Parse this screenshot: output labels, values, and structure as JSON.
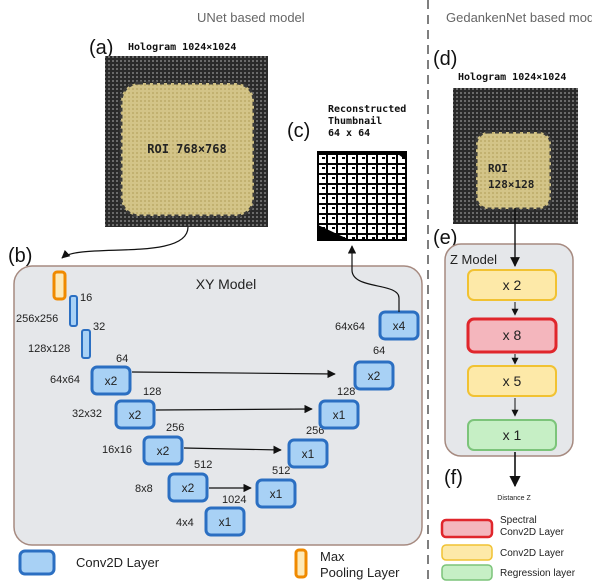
{
  "headers": {
    "left": "UNet based model",
    "right": "GedankenNet based mode"
  },
  "panels": {
    "a": "(a)",
    "b": "(b)",
    "c": "(c)",
    "d": "(d)",
    "e": "(e)",
    "f": "(f)"
  },
  "hologram_left": {
    "title": "Hologram 1024×1024",
    "roi": "ROI 768×768"
  },
  "thumbnail": {
    "line1": "Reconstructed",
    "line2": "Thumbnail",
    "line3": "64 x 64"
  },
  "xy_model": {
    "title": "XY Model",
    "pool_labels": [
      {
        "size": "256x256",
        "channels": "16"
      },
      {
        "size": "128x128",
        "channels": "32"
      }
    ],
    "encoder": [
      {
        "size": "64x64",
        "channels": "64",
        "mult": "x2"
      },
      {
        "size": "32x32",
        "channels": "128",
        "mult": "x2"
      },
      {
        "size": "16x16",
        "channels": "256",
        "mult": "x2"
      },
      {
        "size": "8x8",
        "channels": "512",
        "mult": "x2"
      }
    ],
    "bottleneck": {
      "size": "4x4",
      "channels": "1024",
      "mult": "x1"
    },
    "decoder": [
      {
        "channels": "512",
        "mult": "x1"
      },
      {
        "channels": "256",
        "mult": "x1"
      },
      {
        "channels": "128",
        "mult": "x1"
      },
      {
        "channels": "64",
        "mult": "x2"
      }
    ],
    "output": {
      "size": "64x64",
      "mult": "x4"
    }
  },
  "hologram_right": {
    "title": "Hologram 1024×1024",
    "roi_line1": "ROI",
    "roi_line2": "128×128"
  },
  "z_model": {
    "title": "Z Model",
    "blocks": [
      {
        "label": "x 2",
        "kind": "conv"
      },
      {
        "label": "x 8",
        "kind": "spectral"
      },
      {
        "label": "x 5",
        "kind": "conv"
      },
      {
        "label": "x 1",
        "kind": "regression"
      }
    ],
    "output": "Distance Z"
  },
  "legend": {
    "conv2d": "Conv2D Layer",
    "maxpool_line1": "Max",
    "maxpool_line2": "Pooling Layer",
    "spectral_line1": "Spectral",
    "spectral_line2": "Conv2D Layer",
    "conv2d_right": "Conv2D Layer",
    "regression": "Regression layer"
  },
  "colors": {
    "conv_fill": "#a8d1f5",
    "conv_stroke": "#2b6fc2",
    "pool_fill": "#fde9b8",
    "pool_stroke": "#f08a00",
    "yellow_fill": "#fde9a8",
    "yellow_stroke": "#f1c232",
    "red_fill": "#f4b6bd",
    "red_stroke": "#e0262c",
    "green_fill": "#c6efc5",
    "green_stroke": "#7cc47a",
    "panel_fill": "#e5e7ea",
    "panel_stroke": "#a68a80",
    "roi_fill": "#d8c98c"
  }
}
